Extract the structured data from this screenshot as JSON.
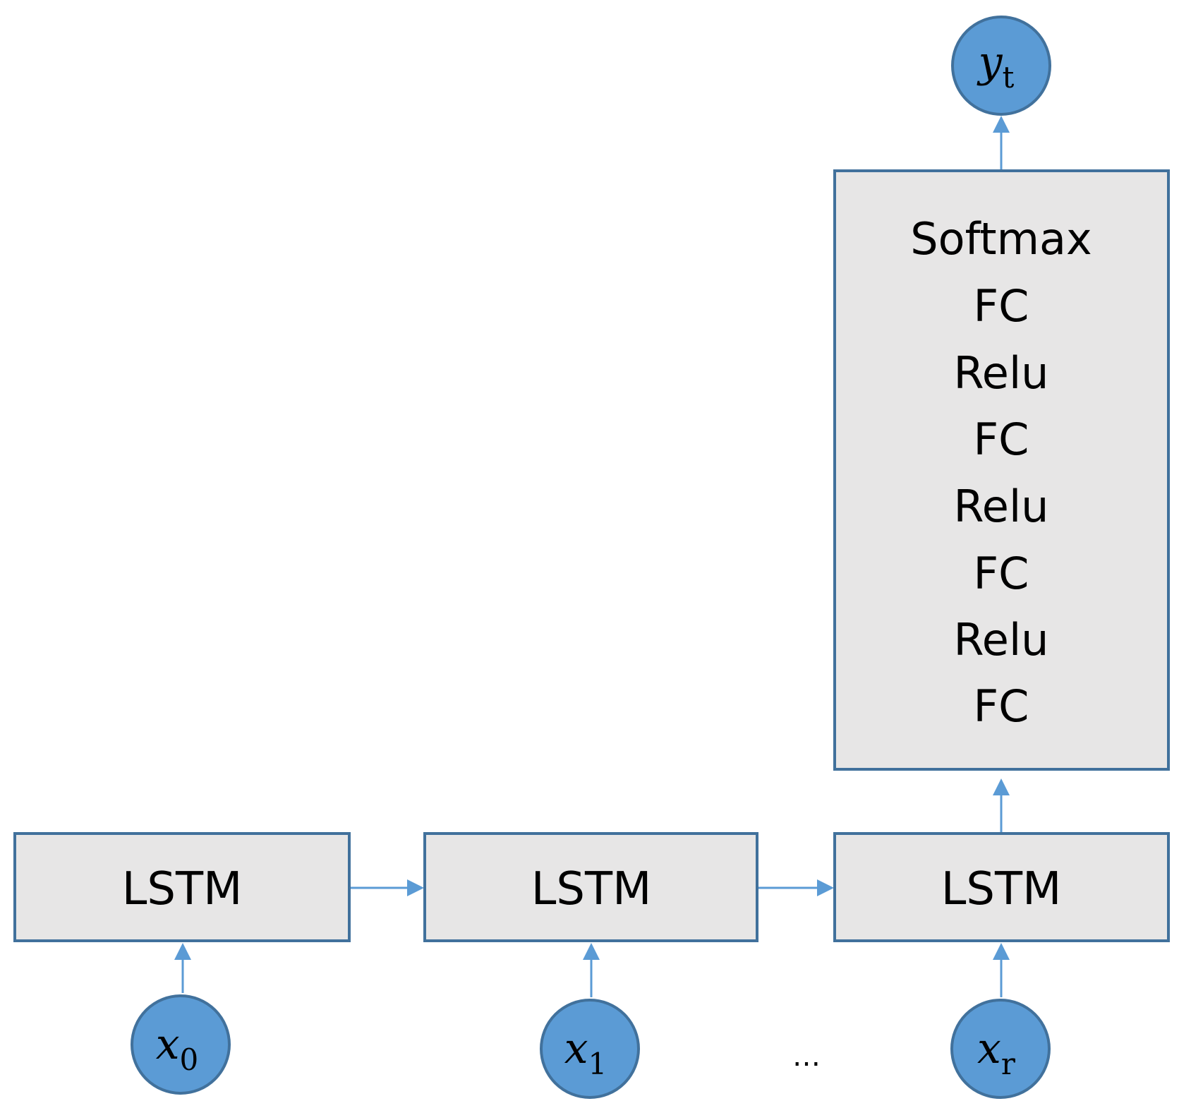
{
  "lstm_cells": [
    {
      "label": "LSTM"
    },
    {
      "label": "LSTM"
    },
    {
      "label": "LSTM"
    }
  ],
  "inputs": [
    {
      "symbol": "x",
      "subscript": "0"
    },
    {
      "symbol": "x",
      "subscript": "1"
    },
    {
      "symbol": "x",
      "subscript": "r"
    }
  ],
  "ellipsis": "…",
  "head_block": {
    "layers": [
      "Softmax",
      "FC",
      "Relu",
      "FC",
      "Relu",
      "FC",
      "Relu",
      "FC"
    ]
  },
  "output": {
    "symbol": "y",
    "subscript": "t"
  },
  "colors": {
    "node_fill": "#5b9bd5",
    "node_stroke": "#41719c",
    "box_fill": "#e7e6e6",
    "box_stroke": "#41719c",
    "arrow": "#5b9bd5"
  }
}
